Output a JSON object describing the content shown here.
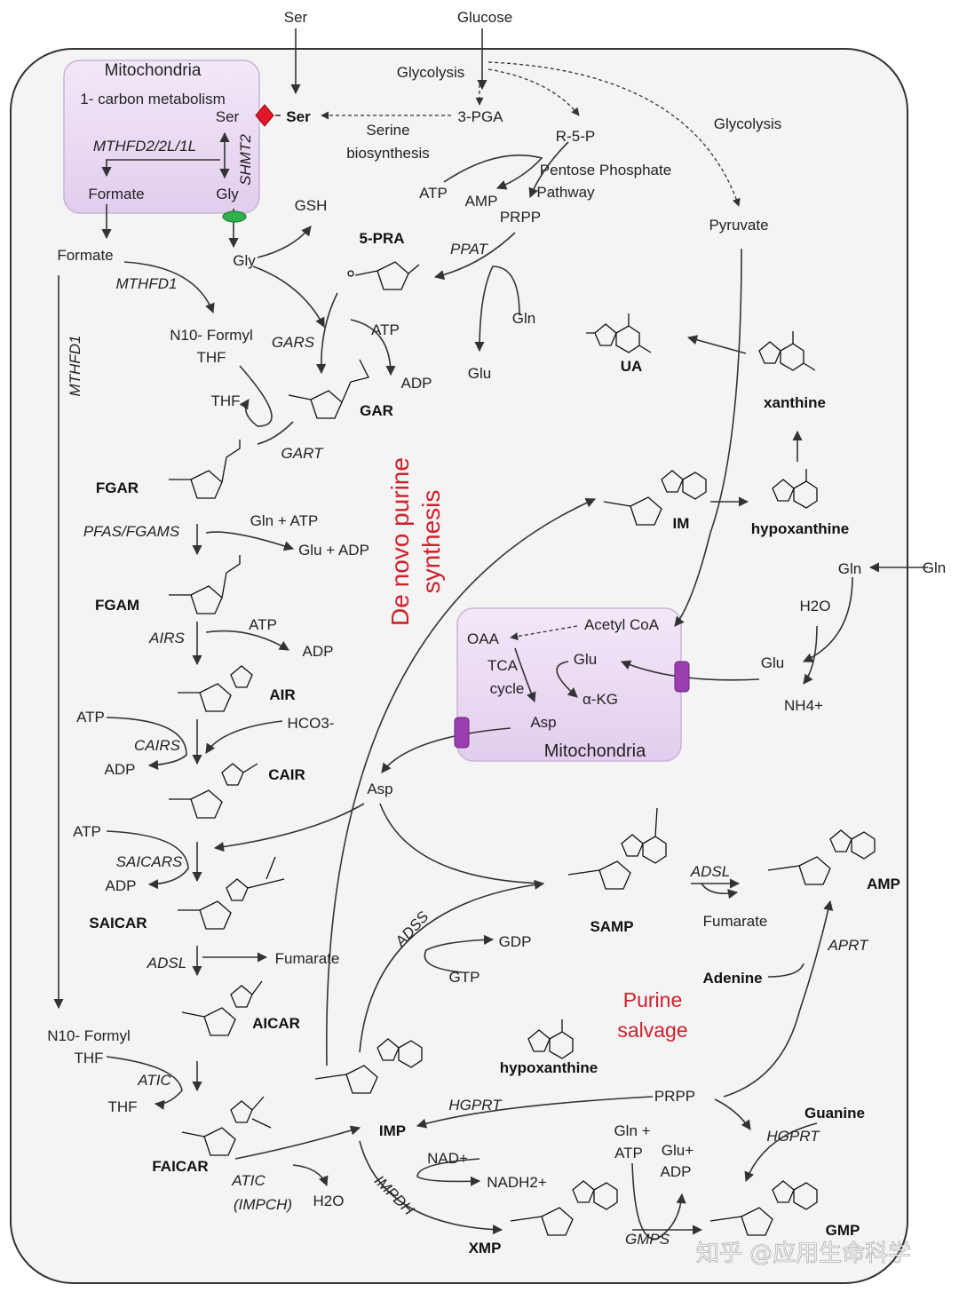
{
  "compartments": {
    "mito_top": "Mitochondria",
    "one_carbon": "1- carbon metabolism",
    "mito_bottom": "Mitochondria"
  },
  "pathway_titles": {
    "de_novo_line1": "De novo purine",
    "de_novo_line2": "synthesis",
    "salvage_line1": "Purine",
    "salvage_line2": "salvage"
  },
  "inputs": {
    "ser_outside": "Ser",
    "glucose": "Glucose",
    "gln_outside": "Gln"
  },
  "labels": {
    "glycolysis_top": "Glycolysis",
    "glycolysis_right": "Glycolysis",
    "ser_cyto": "Ser",
    "pga": "3-PGA",
    "serine_bio_1": "Serine",
    "serine_bio_2": "biosynthesis",
    "r5p": "R-5-P",
    "ppp_1": "Pentose Phosphate",
    "ppp_2": "Pathway",
    "atp_ppp": "ATP",
    "amp_ppp": "AMP",
    "prpp_top": "PRPP",
    "pyruvate": "Pyruvate",
    "ser_mito": "Ser",
    "gly_mito": "Gly",
    "formate_mito": "Formate",
    "formate_cyto": "Formate",
    "gly_cyto": "Gly",
    "gsh": "GSH",
    "n10_formyl_thf_1": "N10- Formyl",
    "n10_formyl_thf_1b": "THF",
    "thf_1": "THF",
    "atp_gars": "ATP",
    "adp_gars": "ADP",
    "gln_ppat": "Gln",
    "glu_ppat": "Glu",
    "gln_atp_pfas": "Gln + ATP",
    "glu_adp_pfas": "Glu + ADP",
    "atp_airs": "ATP",
    "adp_airs": "ADP",
    "atp_cairs": "ATP",
    "hco3": "HCO3-",
    "adp_cairs": "ADP",
    "atp_saicars": "ATP",
    "adp_saicars": "ADP",
    "fumarate_adsl1": "Fumarate",
    "n10_formyl_thf_2": "N10- Formyl",
    "n10_formyl_thf_2b": "THF",
    "thf_2": "THF",
    "h2o_atic": "H2O",
    "acetyl_coa": "Acetyl CoA",
    "oaa": "OAA",
    "tca_1": "TCA",
    "tca_2": "cycle",
    "glu_mito": "Glu",
    "akg": "α-KG",
    "asp_mito": "Asp",
    "asp_cyto": "Asp",
    "gln_right": "Gln",
    "h2o_right": "H2O",
    "glu_right": "Glu",
    "nh4": "NH4+",
    "gdp": "GDP",
    "gtp": "GTP",
    "fumarate_adsl2": "Fumarate",
    "prpp_salvage": "PRPP",
    "nad": "NAD+",
    "nadh": "NADH2+",
    "gln_atp_gmps_1": "Gln +",
    "gln_atp_gmps_2": "ATP",
    "glu_adp_gmps_1": "Glu+",
    "glu_adp_gmps_2": "ADP"
  },
  "metabolites": {
    "pra": "5-PRA",
    "gar": "GAR",
    "fgar": "FGAR",
    "fgam": "FGAM",
    "air": "AIR",
    "cair": "CAIR",
    "saicar": "SAICAR",
    "aicar": "AICAR",
    "faicar": "FAICAR",
    "imp": "IMP",
    "xmp": "XMP",
    "gmp": "GMP",
    "samp": "SAMP",
    "amp": "AMP",
    "im": "IM",
    "ua": "UA",
    "xanthine": "xanthine",
    "hypoxanthine_top": "hypoxanthine",
    "hypoxanthine_salvage": "hypoxanthine",
    "adenine": "Adenine",
    "guanine": "Guanine"
  },
  "enzymes": {
    "mthfd2": "MTHFD2/2L/1L",
    "shmt2": "SHMT2",
    "mthfd1_a": "MTHFD1",
    "mthfd1_b": "MTHFD1",
    "ppat": "PPAT",
    "gars": "GARS",
    "gart": "GART",
    "pfas": "PFAS/FGAMS",
    "airs": "AIRS",
    "cairs": "CAIRS",
    "saicars": "SAICARS",
    "adsl_1": "ADSL",
    "atic_1": "ATIC",
    "atic_2a": "ATIC",
    "atic_2b": "(IMPCH)",
    "impdh": "IMPDH",
    "gmps": "GMPS",
    "adss": "ADSS",
    "adsl_2": "ADSL",
    "hgprt_1": "HGPRT",
    "hgprt_2": "HGPRT",
    "aprt": "APRT"
  },
  "watermark": "知乎 @应用生命科学",
  "colors": {
    "mito_fill": "#eadcf3",
    "red_title": "#d0202a",
    "transporter": "#9b3fb0",
    "shmt_diamond": "#e0182a",
    "gly_transporter": "#2fb04a"
  }
}
